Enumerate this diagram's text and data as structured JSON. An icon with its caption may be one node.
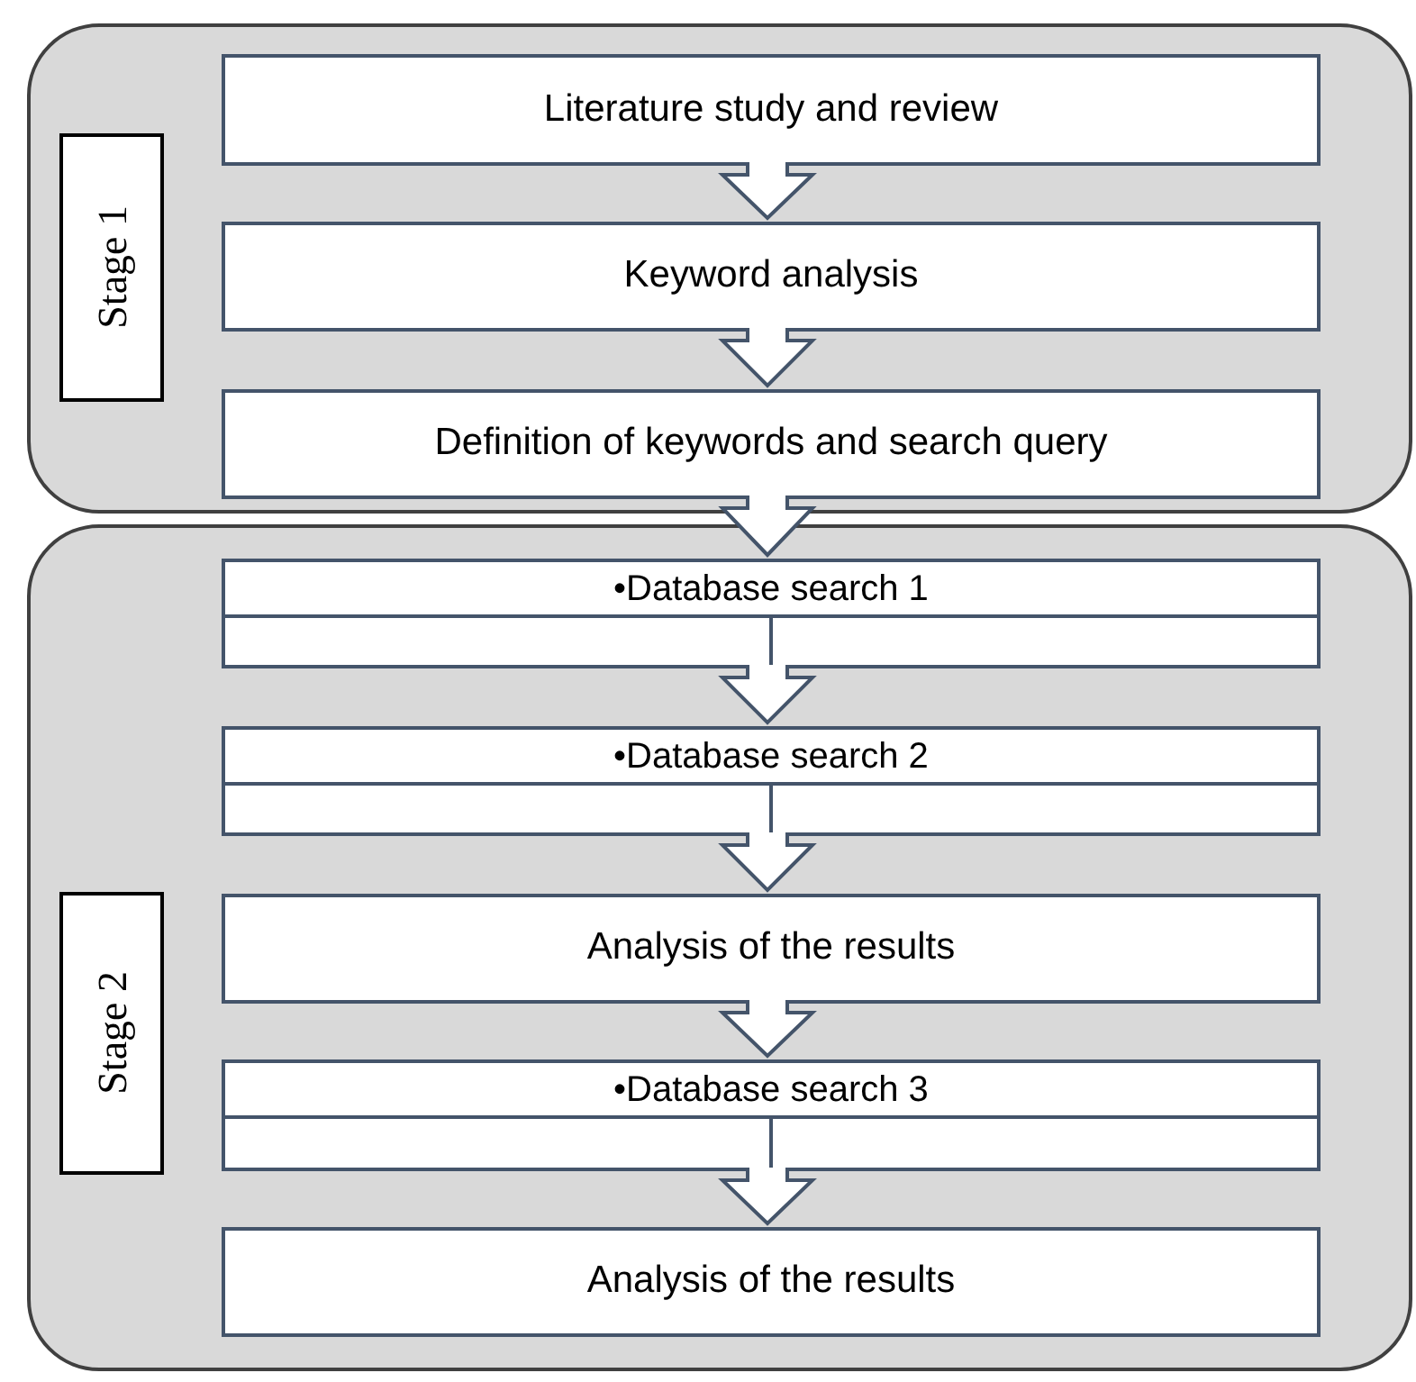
{
  "diagram": {
    "nodes": [
      {
        "text": [],
        "shape": "box"
      },
      {
        "text": [
          "Stage 1"
        ],
        "in": 0
      },
      {
        "text": [
          "Literature study and review"
        ],
        "in": 0
      },
      {
        "text": [
          "Keyword analysis"
        ],
        "in": 0
      },
      {
        "text": [
          "Definition of keywords and search query"
        ],
        "in": 0
      },
      {
        "text": [],
        "shape": "box"
      },
      {
        "text": [
          "Stage 2"
        ],
        "in": 5
      },
      {
        "text": [
          "•Database search 1"
        ],
        "in": 5
      },
      {
        "text": [
          "•Database search 2"
        ],
        "in": 5
      },
      {
        "text": [
          "Analysis of the results"
        ],
        "in": 5
      },
      {
        "text": [
          "•Database search 3"
        ],
        "in": 5
      },
      {
        "text": [
          "Analysis of the results"
        ],
        "in": 5
      }
    ],
    "edges": [
      {
        "from": 2,
        "to": 3,
        "arrow": "to"
      },
      {
        "from": 3,
        "to": 4,
        "arrow": "to"
      },
      {
        "from": 4,
        "to": 7,
        "arrow": "to"
      },
      {
        "from": 7,
        "to": 8,
        "arrow": "to"
      },
      {
        "from": 8,
        "to": 9,
        "arrow": "to"
      },
      {
        "from": 9,
        "to": 10,
        "arrow": "to"
      },
      {
        "from": 10,
        "to": 11,
        "arrow": "to"
      }
    ]
  }
}
